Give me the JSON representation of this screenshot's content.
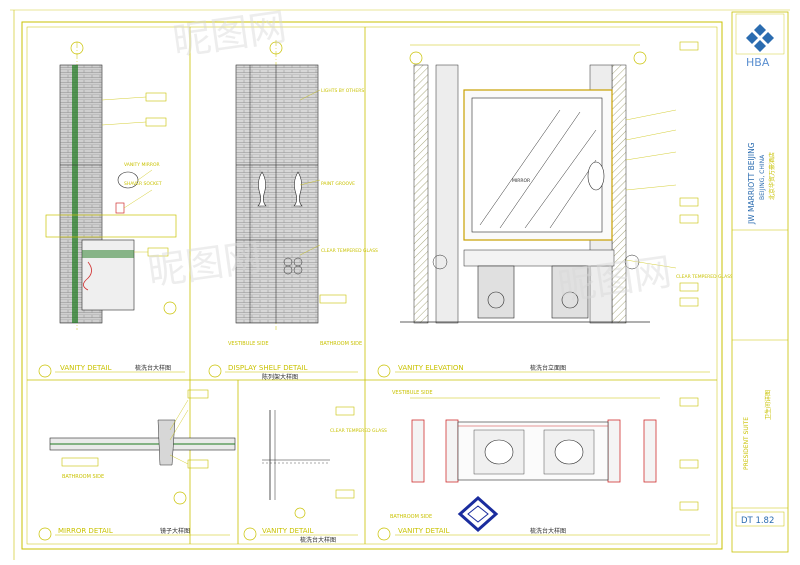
{
  "titleblock": {
    "firm": "HBA",
    "project_line1": "JW MARRIOTT BEIJING",
    "project_line2": "BEIJING, CHINA",
    "project_cn": "北京华贸万豪酒店",
    "drawing_no": "DT 1.82",
    "section_cn": "卫生间详图",
    "section_en": "PRESIDENT SUITE"
  },
  "views": [
    {
      "title": "VANITY DETAIL",
      "title_cn": "梳洗台大样图"
    },
    {
      "title": "DISPLAY SHELF DETAIL",
      "title_cn": "陈列架大样图"
    },
    {
      "title": "VANITY ELEVATION",
      "title_cn": "梳洗台立面图"
    },
    {
      "title": "MIRROR DETAIL",
      "title_cn": "镜子大样图"
    },
    {
      "title": "VANITY DETAIL",
      "title_cn": "梳洗台大样图"
    },
    {
      "title": "VANITY DETAIL",
      "title_cn": "梳洗台大样图"
    }
  ],
  "tags": {
    "vestibule": "VESTIBULE SIDE",
    "bathroom": "BATHROOM SIDE",
    "vanity_mirror": "VANITY MIRROR",
    "shaver": "SHAVER SOCKET",
    "lights": "LIGHTS BY OTHERS",
    "paint_groove": "PAINT GROOVE",
    "clear_glass": "CLEAR TEMPERED GLASS",
    "mirror": "MIRROR"
  },
  "watermark": "昵图网",
  "colors": {
    "line": "#c9c200",
    "dark": "#2a2a2a",
    "hatch": "#6e6e2a",
    "blue": "#1a2c9e",
    "accent": "#2b6cb0",
    "red": "#d13030"
  }
}
